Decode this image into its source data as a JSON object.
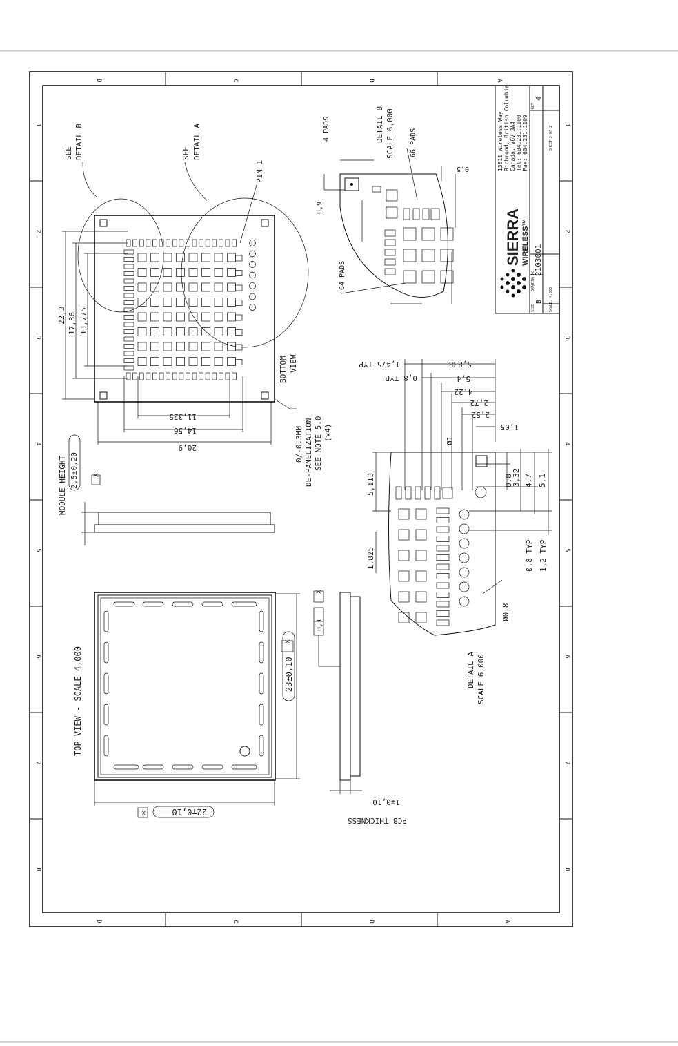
{
  "drawing": {
    "zone_letters": [
      "D",
      "C",
      "B",
      "A"
    ],
    "zone_numbers": [
      "1",
      "2",
      "3",
      "4",
      "5",
      "6",
      "7",
      "8"
    ],
    "top_view": {
      "title": "TOP VIEW - SCALE 4,000",
      "width_tol": "22∓0,10",
      "height_tol": "23±0,10",
      "datum": "X",
      "flatness": "0,1",
      "pcb_thickness_label": "PCB THICKNESS",
      "pcb_thickness_tol": "1∓0,10"
    },
    "bottom_view": {
      "label_1": "BOTTOM",
      "label_2": "VIEW",
      "see_detail_a_1": "SEE",
      "see_detail_a_2": "DETAIL A",
      "see_detail_b_1": "SEE",
      "see_detail_b_2": "DETAIL B",
      "pin1": "PIN 1",
      "dim_22_3": "22,3",
      "dim_17_36": "17,36",
      "dim_13_775": "13,775",
      "dim_11_325": "11,325",
      "dim_14_56": "14,56",
      "dim_20_9": "20,9",
      "depanel_1": "0/-0.3MM",
      "depanel_2": "DE-PANELIZATION",
      "depanel_3": "SEE NOTE 5.0",
      "depanel_4": "(x4)",
      "module_height": "MODULE HEIGHT",
      "module_height_tol": "2,5±0,20",
      "datum": "X"
    },
    "detail_a": {
      "title_1": "DETAIL A",
      "title_2": "SCALE 6,000",
      "dims": {
        "d1475": "1,475 TYP",
        "d08": "0,8 TYP",
        "d5838": "5,838",
        "d54": "5,4",
        "d422": "4,22",
        "d272": "2,72",
        "d252": "2,52",
        "d105": "1,05",
        "dia1": "Ø1",
        "d0_8": "0,8",
        "d332": "3,32",
        "d47": "4,7",
        "d51": "5,1",
        "d5113": "5,113",
        "d1825": "1,825",
        "d08typ": "0,8 TYP",
        "d12typ": "1,2 TYP",
        "dia08": "Ø0,8"
      }
    },
    "detail_b": {
      "title_1": "DETAIL B",
      "title_2": "SCALE 6,000",
      "pads_4": "4 PADS",
      "pads_66": "66 PADS",
      "pads_64": "64 PADS",
      "d09": "0,9",
      "d05": "0,5"
    },
    "title_block": {
      "address_1": "13811 Wireless Way",
      "address_2": "Richmond, British Columbia",
      "address_3": "Canada, V6V 3A4",
      "address_4": "Tel: 604.231.1100",
      "address_5": "Fax: 604.231.1109",
      "brand_1": "SIERRA",
      "brand_2": "WIRELESS™",
      "size_label": "SIZE",
      "size_value": "B",
      "drawing_no_label": "DRAWING NO.",
      "drawing_no": "2103001",
      "rev_label": "REV",
      "rev": "4",
      "scale": "SCALE: 4,000",
      "sheet": "SHEET 2 OF 2"
    }
  }
}
